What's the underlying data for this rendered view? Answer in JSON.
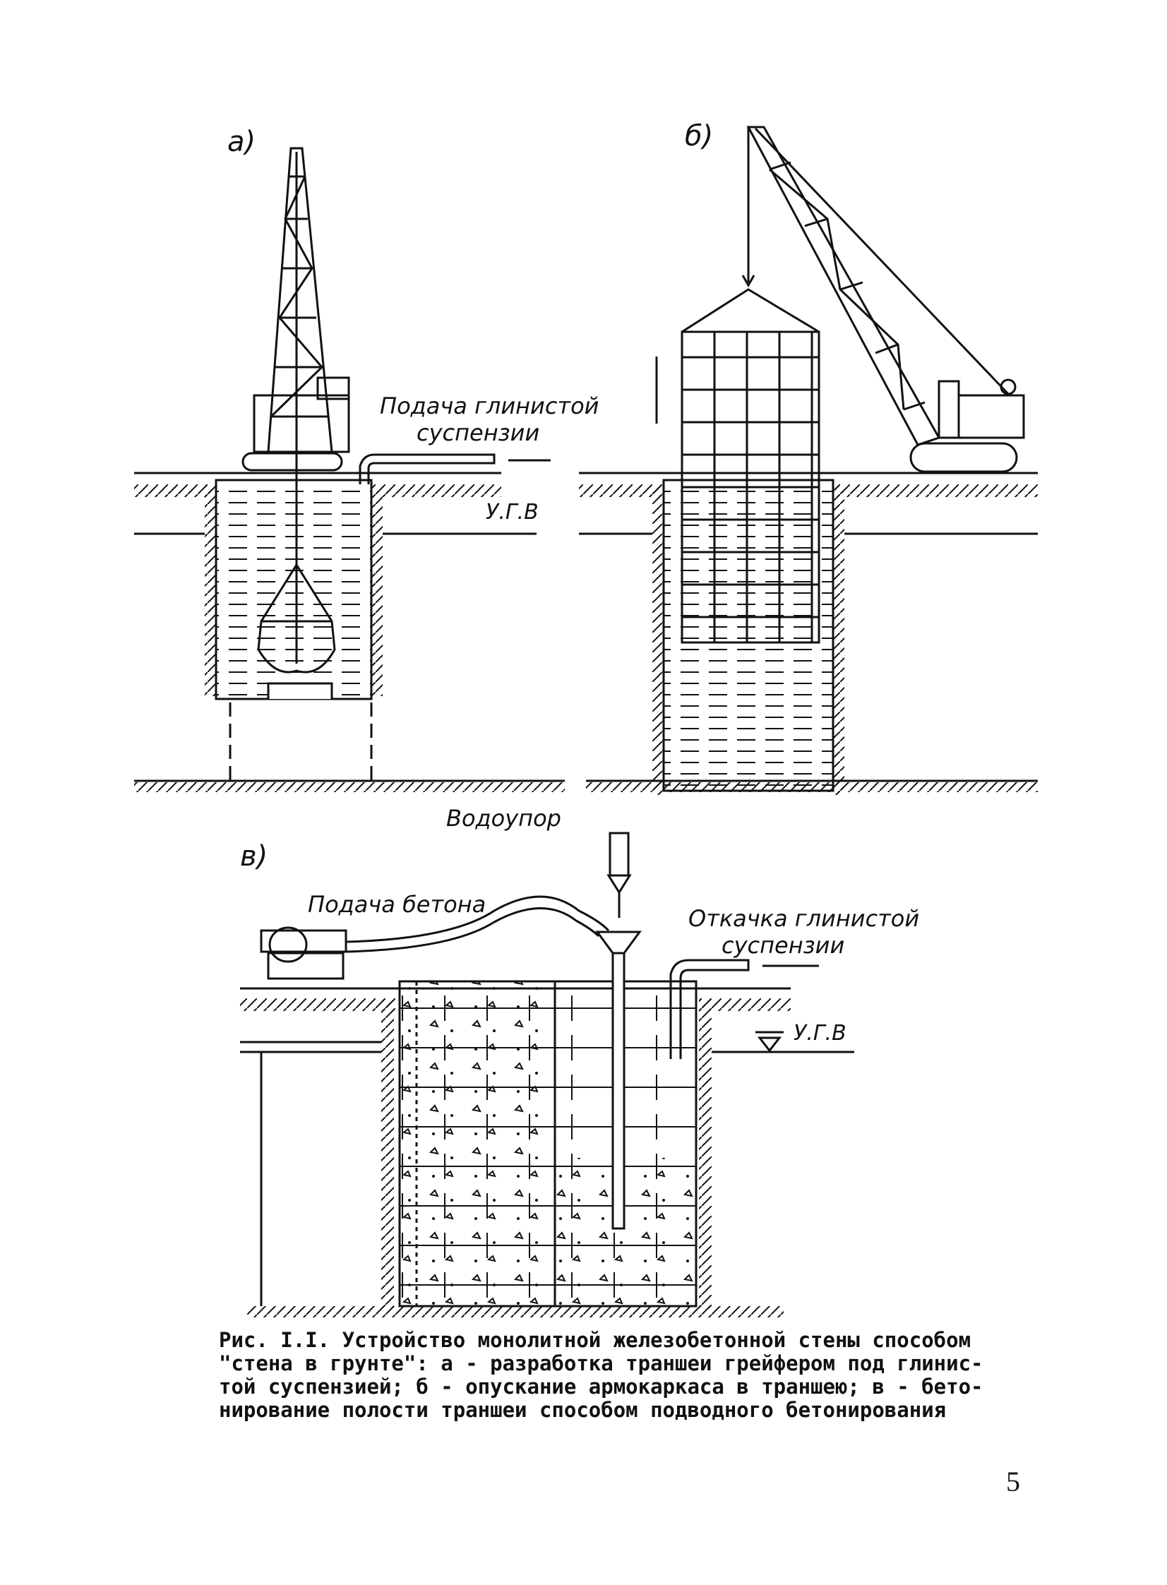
{
  "panels": {
    "a": {
      "letter": "а)",
      "supply_label_line1": "Подача глинистой",
      "supply_label_line2": "суспензии",
      "water_level_label": "У.Г.В"
    },
    "b": {
      "letter": "б)"
    },
    "aquitard_label": "Водоупор",
    "c": {
      "letter": "в)",
      "concrete_label": "Подача бетона",
      "pumpout_label_line1": "Откачка глинистой",
      "pumpout_label_line2": "суспензии",
      "water_level_label": "У.Г.В"
    }
  },
  "caption": {
    "line1": "Рис. I.I. Устройство монолитной железобетонной стены способом",
    "line2": "\"стена в грунте\": а - разработка траншеи грейфером под глинис-",
    "line3": "той суспензией; б - опускание армокаркаса в траншею; в - бето-",
    "line4": "нирование полости траншеи способом подводного бетонирования"
  },
  "page_number": "5"
}
